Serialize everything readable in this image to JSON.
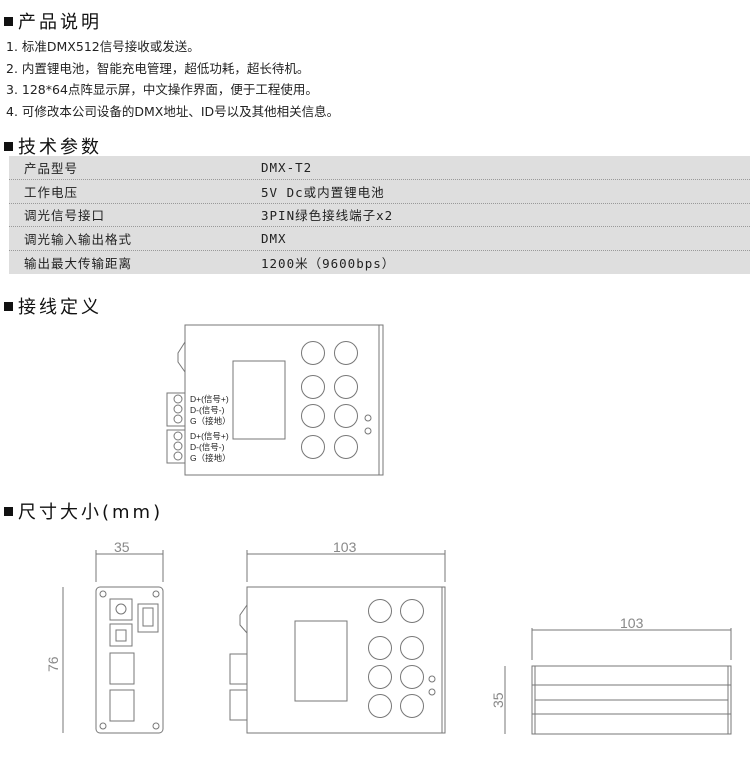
{
  "intro": {
    "title": "产品说明",
    "items": [
      "1. 标准DMX512信号接收或发送。",
      "2. 内置锂电池，智能充电管理，超低功耗，超长待机。",
      "3. 128*64点阵显示屏，中文操作界面，便于工程使用。",
      "4. 可修改本公司设备的DMX地址、ID号以及其他相关信息。"
    ]
  },
  "specs": {
    "title": "技术参数",
    "rows": [
      {
        "k": "产品型号",
        "v": "DMX-T2"
      },
      {
        "k": "工作电压",
        "v": "5V Dc或内置锂电池"
      },
      {
        "k": "调光信号接口",
        "v": "3PIN绿色接线端子x2"
      },
      {
        "k": "调光输入输出格式",
        "v": "DMX"
      },
      {
        "k": "输出最大传输距离",
        "v": "1200米（9600bps）"
      }
    ]
  },
  "wiring": {
    "title": "接线定义",
    "labels": [
      "D+(信号+)",
      "D-(信号-)",
      "G（接地）",
      "D+(信号+)",
      "D-(信号-)",
      "G（接地）"
    ]
  },
  "dims": {
    "title": "尺寸大小(mm)",
    "front_width": "35",
    "front_height": "76",
    "side_width": "103",
    "top_width": "103",
    "top_height": "35"
  }
}
